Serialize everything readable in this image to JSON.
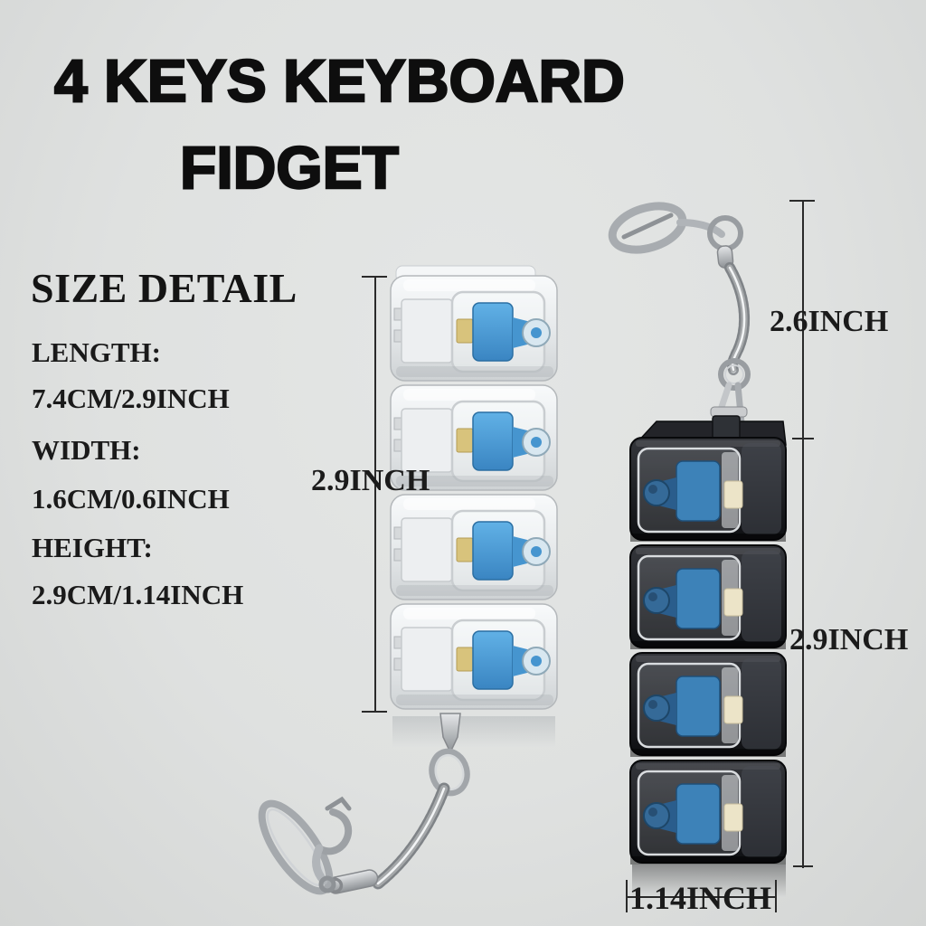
{
  "page": {
    "background_color": "#dfe1e0",
    "title_color": "#0e0e0e",
    "text_color": "#1a1a1a"
  },
  "header": {
    "title_line1": "4 KEYS KEYBOARD",
    "title_line2": "FIDGET"
  },
  "size_detail": {
    "heading": "SIZE DETAIL",
    "specs": [
      {
        "label": "LENGTH:",
        "value": "7.4CM/2.9INCH"
      },
      {
        "label": "WIDTH:",
        "value": "1.6CM/0.6INCH"
      },
      {
        "label": "HEIGHT:",
        "value": "2.9CM/1.14INCH"
      }
    ]
  },
  "annotations": {
    "clear_fidget_height": "2.9INCH",
    "keychain_length": "2.6INCH",
    "black_fidget_height": "2.9INCH",
    "black_fidget_width": "1.14INCH"
  },
  "products": {
    "clear_fidget": {
      "key_count": 4,
      "body_color": "#e8ebec",
      "switch_color": "#4695cf",
      "accessory": "keychain with split ring and clasp at bottom"
    },
    "black_fidget": {
      "key_count": 4,
      "body_color": "#17181b",
      "switch_color": "#3d82b8",
      "accessory": "keychain with snap hook and split ring at top"
    }
  }
}
